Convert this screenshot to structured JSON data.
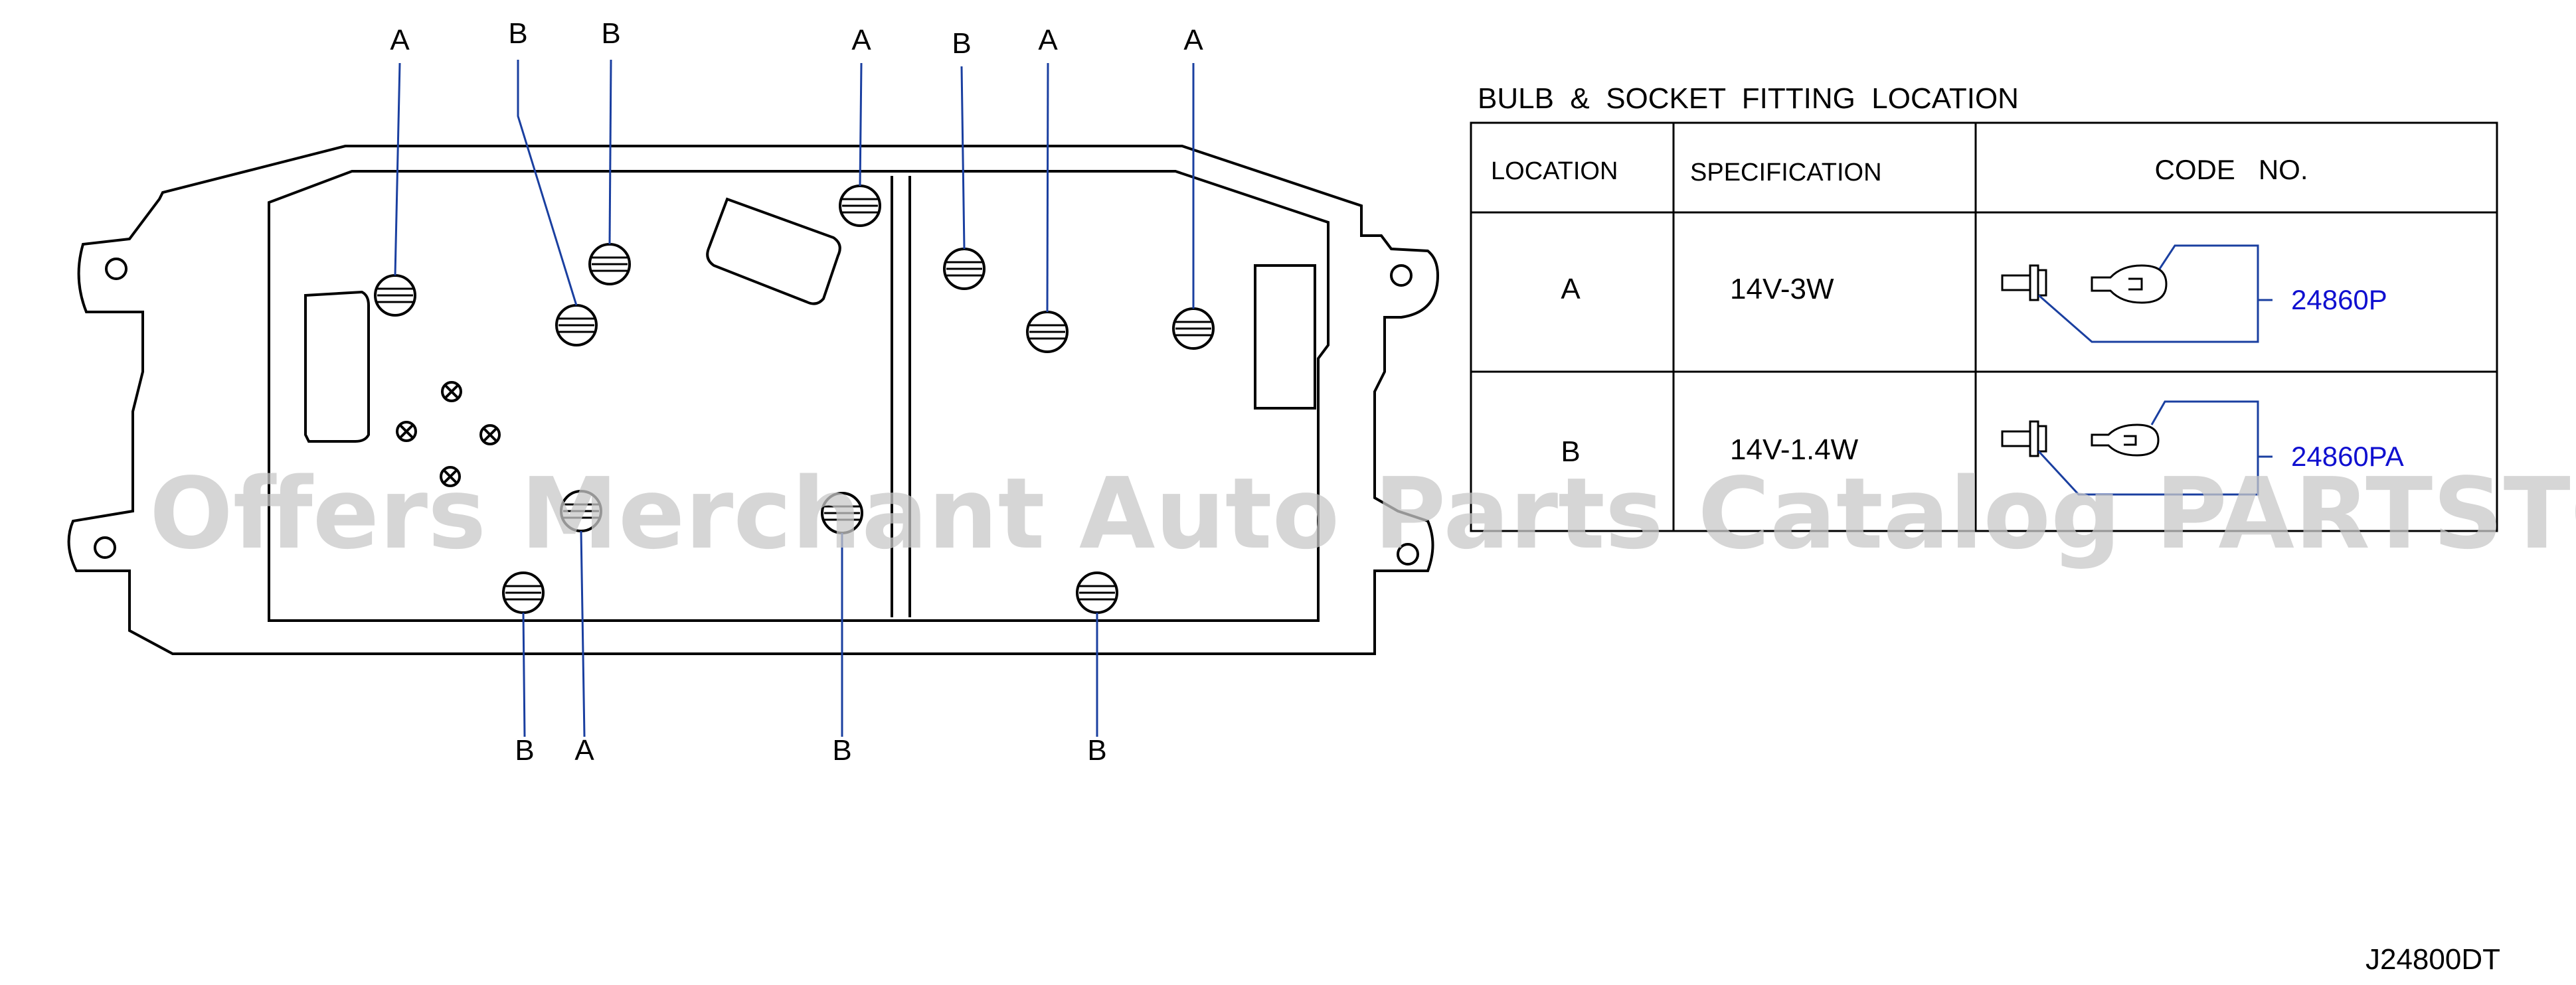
{
  "callouts_top": [
    "A",
    "B",
    "B",
    "A",
    "B",
    "A",
    "A"
  ],
  "callouts_bottom": [
    "B",
    "A",
    "B",
    "B"
  ],
  "table": {
    "title": "BULB  &  SOCKET  FITTING  LOCATION",
    "headers": [
      "LOCATION",
      "SPECIFICATION",
      "CODE   NO."
    ],
    "rows": [
      {
        "location": "A",
        "specification": "14V-3W",
        "code": "24860P"
      },
      {
        "location": "B",
        "specification": "14V-1.4W",
        "code": "24860PA"
      }
    ]
  },
  "watermark": "Offers Merchant Auto Parts Catalog PARTSTORE.SA",
  "drawing_id": "J24800DT",
  "colors": {
    "line": "#000000",
    "leader": "#1a3fa0",
    "code": "#1010d0",
    "watermark": "#c8c8c8"
  }
}
